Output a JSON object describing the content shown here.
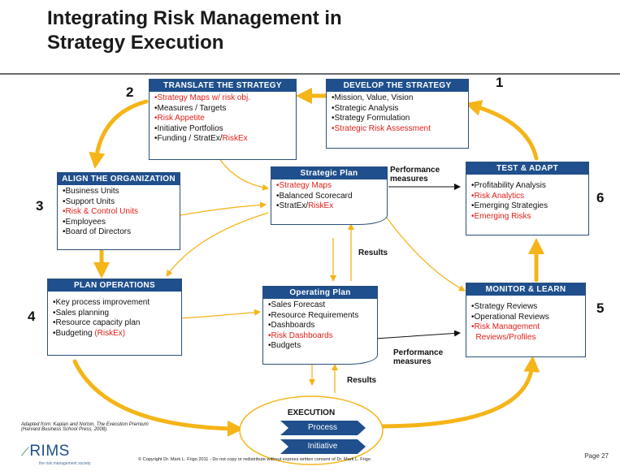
{
  "title": {
    "line1": "Integrating Risk Management in",
    "line2": "Strategy Execution"
  },
  "develop": {
    "header": "DEVELOP THE STRATEGY",
    "items": [
      {
        "text": "•Mission, Value, Vision",
        "red": false
      },
      {
        "text": "•Strategic Analysis",
        "red": false
      },
      {
        "text": "•Strategy Formulation",
        "red": false
      },
      {
        "text": "•Strategic Risk Assessment",
        "red": true
      }
    ]
  },
  "translate": {
    "header": "TRANSLATE THE STRATEGY",
    "items": [
      {
        "text": "•Strategy Maps w/ risk obj.",
        "red": true
      },
      {
        "text": "•Measures / Targets",
        "red": false
      },
      {
        "text": "•Risk Appetite",
        "red": true
      },
      {
        "text": "•Initiative Portfolios",
        "red": false
      }
    ],
    "funding_prefix": "•Funding / StratEx/",
    "funding_red": "RiskEx"
  },
  "align": {
    "header": "ALIGN THE ORGANIZATION",
    "items": [
      {
        "text": "•Business Units",
        "red": false
      },
      {
        "text": "•Support Units",
        "red": false
      },
      {
        "text": "•Risk & Control Units",
        "red": true
      },
      {
        "text": "•Employees",
        "red": false
      },
      {
        "text": "•Board of Directors",
        "red": false
      }
    ]
  },
  "strategic_plan": {
    "header": "Strategic Plan",
    "items": [
      {
        "text": "•Strategy Maps",
        "red": true
      },
      {
        "text": "•Balanced Scorecard",
        "red": false
      }
    ],
    "stratex_prefix": "•StratEx/",
    "stratex_red": "RiskEx"
  },
  "test": {
    "header": "TEST & ADAPT",
    "items": [
      {
        "text": "•Profitability Analysis",
        "red": false
      },
      {
        "text": "•Risk Analytics",
        "red": true
      },
      {
        "text": "•Emerging Strategies",
        "red": false
      },
      {
        "text": "•Emerging Risks",
        "red": true
      }
    ]
  },
  "plan_ops": {
    "header": "PLAN OPERATIONS",
    "items": [
      {
        "text": "•Key process improvement",
        "red": false
      },
      {
        "text": "•Sales planning",
        "red": false
      },
      {
        "text": "•Resource capacity plan",
        "red": false
      }
    ],
    "budget_prefix": "•Budgeting ",
    "budget_red": "(RiskEx)"
  },
  "operating_plan": {
    "header": "Operating Plan",
    "items": [
      {
        "text": "•Sales Forecast",
        "red": false
      },
      {
        "text": "•Resource Requirements",
        "red": false
      },
      {
        "text": "•Dashboards",
        "red": false
      },
      {
        "text": "•Risk Dashboards",
        "red": true
      },
      {
        "text": "•Budgets",
        "red": false
      }
    ]
  },
  "monitor": {
    "header": "MONITOR & LEARN",
    "items": [
      {
        "text": "•Strategy Reviews",
        "red": false
      },
      {
        "text": "•Operational Reviews",
        "red": false
      },
      {
        "text": "•Risk Management",
        "red": true
      },
      {
        "text": "  Reviews/Profiles",
        "red": true
      }
    ]
  },
  "numbers": {
    "n1": "1",
    "n2": "2",
    "n3": "3",
    "n4": "4",
    "n5": "5",
    "n6": "6"
  },
  "labels": {
    "perf1_line1": "Performance",
    "perf1_line2": "measures",
    "results1": "Results",
    "perf2_line1": "Performance",
    "perf2_line2": "measures",
    "results2": "Results"
  },
  "execution": {
    "title": "EXECUTION",
    "process": "Process",
    "initiative": "Initiative"
  },
  "footer": {
    "adapted1": "Adapted from: Kaplan and Norton, The Execution Premium",
    "adapted2": "(Harvard Business School Press, 2008).",
    "copyright": "© Copyright Dr. Mark L. Frigo 2011 - Do not copy or redistribute without express written consent of Dr. Mark L. Frigo",
    "page": "Page 27",
    "logo": "RIMS",
    "logo_sub": "the risk management society"
  },
  "colors": {
    "header_blue": "#1f4f8c",
    "arrow_gold": "#f5b417",
    "risk_red": "#e0201a"
  }
}
